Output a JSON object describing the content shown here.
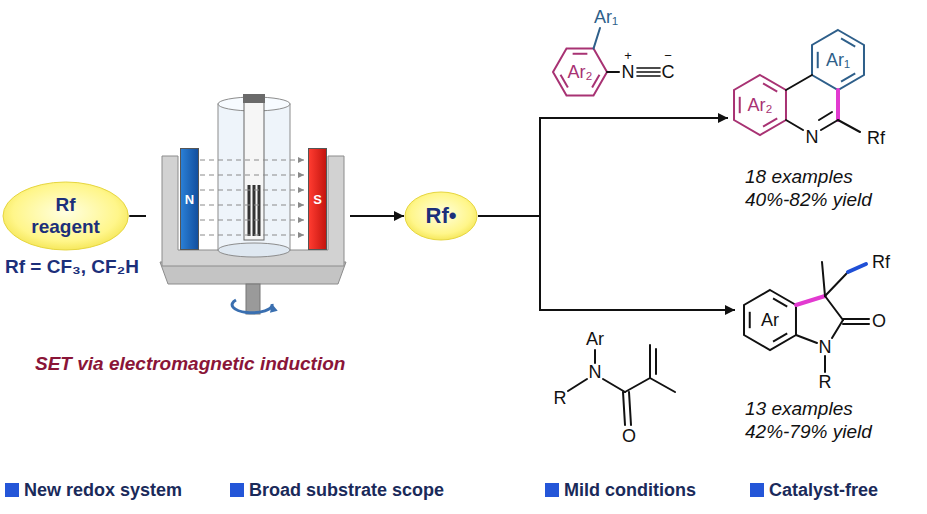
{
  "diagram": {
    "nodes": [
      {
        "text": [
          "Rf reagent"
        ]
      },
      {
        "text": [
          "N"
        ]
      },
      {
        "text": [
          "S"
        ]
      },
      {
        "text": [
          "Rf•"
        ]
      },
      {
        "text": [
          "Ar₁",
          "Ar₂",
          "N",
          "Rf"
        ]
      },
      {
        "text": [
          "Ar",
          "O",
          "N",
          "R",
          "Rf"
        ]
      }
    ],
    "edges": [
      {
        "from": 0,
        "to": 3,
        "arrow": "to"
      },
      {
        "from": 3,
        "to": 4,
        "arrow": "to"
      },
      {
        "from": 3,
        "to": 5,
        "arrow": "to"
      }
    ],
    "labels": [
      "Rf = CF₃, CF₂H",
      "SET via electromagnetic induction",
      "Ar₁",
      "Ar₂",
      "N",
      "+",
      "C",
      "−",
      "18 examples",
      "40%-82% yield",
      "Ar",
      "N",
      "R",
      "O",
      "13 examples",
      "42%-79% yield",
      "New redox system",
      "Broad substrate scope",
      "Mild conditions",
      "Catalyst-free"
    ]
  }
}
